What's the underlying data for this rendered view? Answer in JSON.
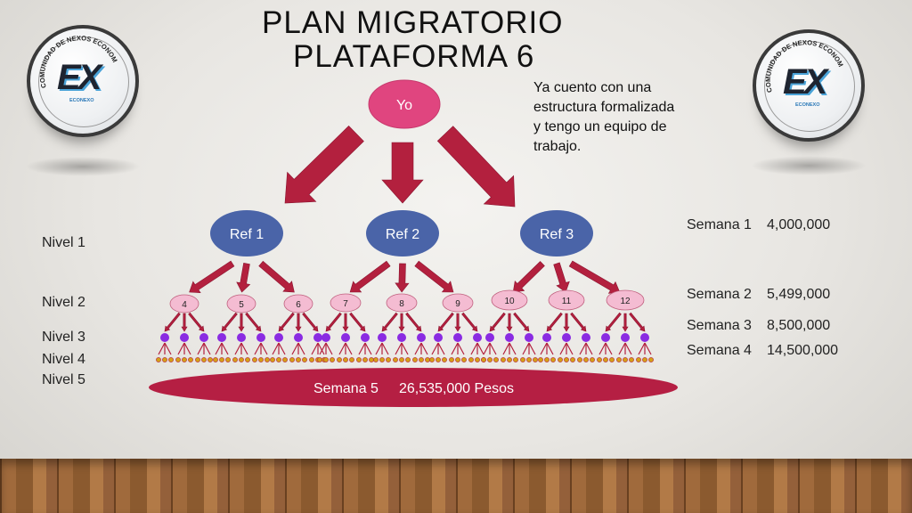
{
  "title": {
    "line1": "PLAN MIGRATORIO",
    "line2": "PLATAFORMA 6"
  },
  "description": [
    "Ya cuento con una",
    "estructura formalizada",
    "y tengo un equipo de",
    "trabajo."
  ],
  "logo": {
    "arc_text": "COMUNIDAD DE NEXOS ECONOMICOS",
    "mark": "EX",
    "sub": "ECONEXO"
  },
  "root": {
    "label": "Yo",
    "color": "#e0457f"
  },
  "refs": {
    "labels": [
      "Ref 1",
      "Ref 2",
      "Ref 3"
    ],
    "color": "#4a64a8"
  },
  "level2": {
    "labels": [
      "4",
      "5",
      "6",
      "7",
      "8",
      "9",
      "10",
      "11",
      "12"
    ],
    "color": "#f4bcd2"
  },
  "levels": [
    "Nivel 1",
    "Nivel 2",
    "Nivel 3",
    "Nivel 4",
    "Nivel 5"
  ],
  "weeks": [
    {
      "label": "Semana 1",
      "amount": "4,000,000"
    },
    {
      "label": "Semana 2",
      "amount": "5,499,000"
    },
    {
      "label": "Semana 3",
      "amount": "8,500,000"
    },
    {
      "label": "Semana 4",
      "amount": "14,500,000"
    }
  ],
  "footer": {
    "label": "Semana 5",
    "amount": "26,535,000 Pesos"
  },
  "colors": {
    "arrow": "#b3203e",
    "level3": "#8a2be2",
    "level4": "#d4a017",
    "banner": "#b51f43"
  }
}
